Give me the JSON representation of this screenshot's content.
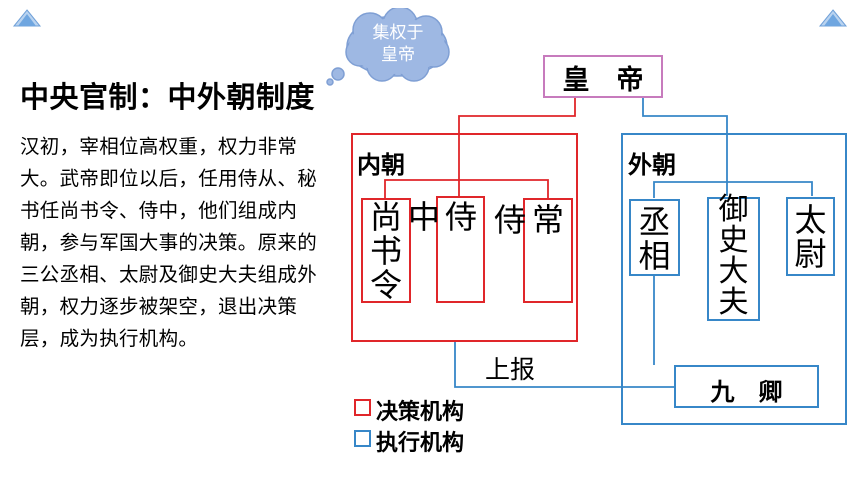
{
  "title": "中央官制：中外朝制度",
  "body": "汉初，宰相位高权重，权力非常大。武帝即位以后，任用侍从、秘书任尚书令、侍中，他们组成内朝，参与军国大事的决策。原来的三公丞相、太尉及御史大夫组成外朝，权力逐步被架空，退出决策层，成为执行机构。",
  "cloud": {
    "line1": "集权于",
    "line2": "皇帝"
  },
  "diagram": {
    "emperor": "皇　帝",
    "inner_court": {
      "label": "内朝",
      "members": [
        {
          "lines": [
            "尚",
            "书",
            "令"
          ]
        },
        {
          "lines": [
            "中",
            "侍"
          ]
        },
        {
          "lines": [
            "侍",
            "常"
          ]
        }
      ]
    },
    "outer_court": {
      "label": "外朝",
      "members": [
        {
          "lines": [
            "丞",
            "相"
          ]
        },
        {
          "lines": [
            "御",
            "史",
            "大",
            "夫"
          ]
        },
        {
          "lines": [
            "太",
            "尉"
          ]
        }
      ]
    },
    "report_label": "上报",
    "nine_ministers": "九　卿"
  },
  "legend": [
    {
      "label": "决策机构",
      "color": "#e0262a"
    },
    {
      "label": "执行机构",
      "color": "#3787c8"
    }
  ],
  "colors": {
    "decision": "#e0262a",
    "execution": "#3787c8",
    "emperor_border": "#c77bbd",
    "cloud": "#9eb8e3"
  }
}
